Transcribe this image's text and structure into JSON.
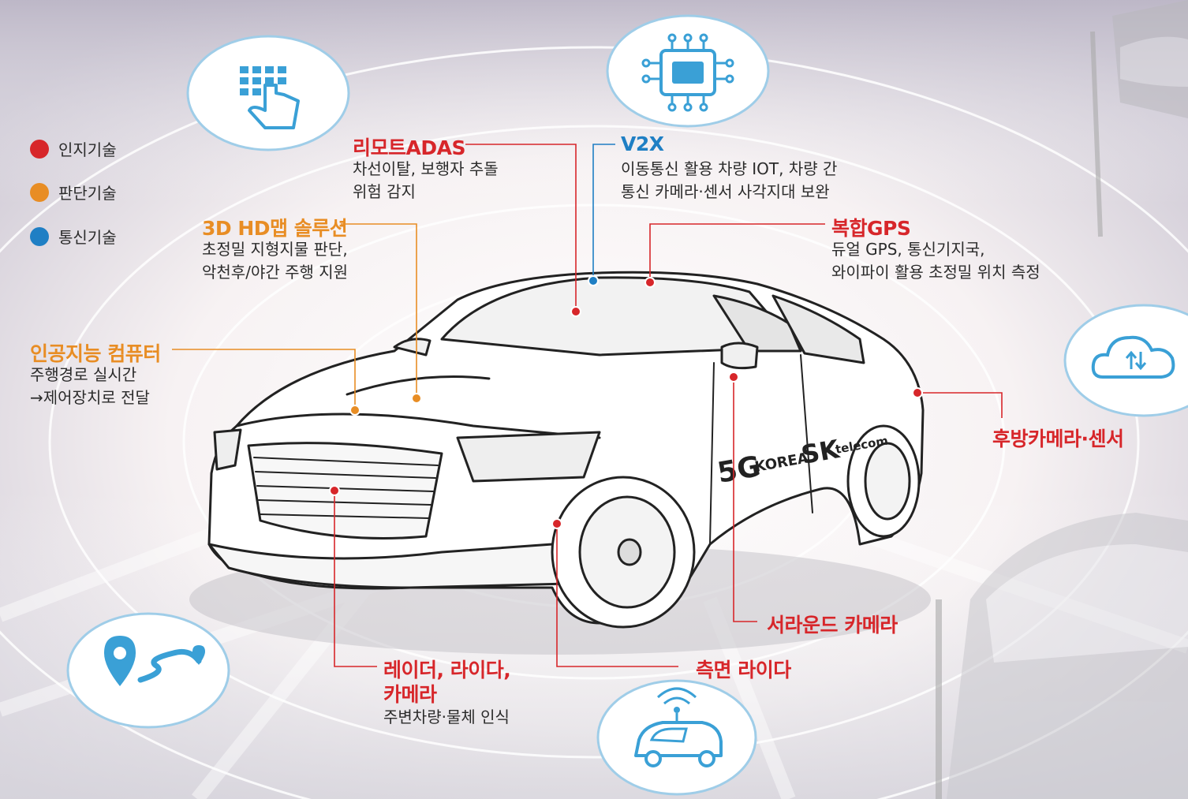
{
  "legend": {
    "perception": {
      "label": "인지기술",
      "color": "#d7262a"
    },
    "judgment": {
      "label": "판단기술",
      "color": "#e88d24"
    },
    "communication": {
      "label": "통신기술",
      "color": "#1f7fc4"
    }
  },
  "car_logo": {
    "five_g": "5G",
    "korea": "KOREA",
    "sk": "SK",
    "telecom": "telecom"
  },
  "labels": {
    "remote_adas": {
      "title": "리모트ADAS",
      "desc1": "차선이탈, 보행자 추돌",
      "desc2": "위험 감지"
    },
    "v2x": {
      "title": "V2X",
      "desc1": "이동통신 활용 차량 IOT, 차량 간",
      "desc2": "통신 카메라·센서 사각지대 보완"
    },
    "hd_map": {
      "title": "3D HD맵 솔루션",
      "desc1": "초정밀 지형지물 판단,",
      "desc2": "악천후/야간 주행 지원"
    },
    "complex_gps": {
      "title": "복합GPS",
      "desc1": "듀얼 GPS, 통신기지국,",
      "desc2": "와이파이 활용 초정밀 위치 측정"
    },
    "ai_computer": {
      "title": "인공지능 컴퓨터",
      "desc1": "주행경로 실시간",
      "desc2": "→제어장치로 전달"
    },
    "rear_camera": {
      "title": "후방카메라·센서"
    },
    "surround_camera": {
      "title": "서라운드 카메라"
    },
    "side_lidar": {
      "title": "측면 라이다"
    },
    "radar_lidar_camera": {
      "title1": "레이더, 라이다,",
      "title2": "카메라",
      "desc1": "주변차량·물체 인식"
    }
  }
}
